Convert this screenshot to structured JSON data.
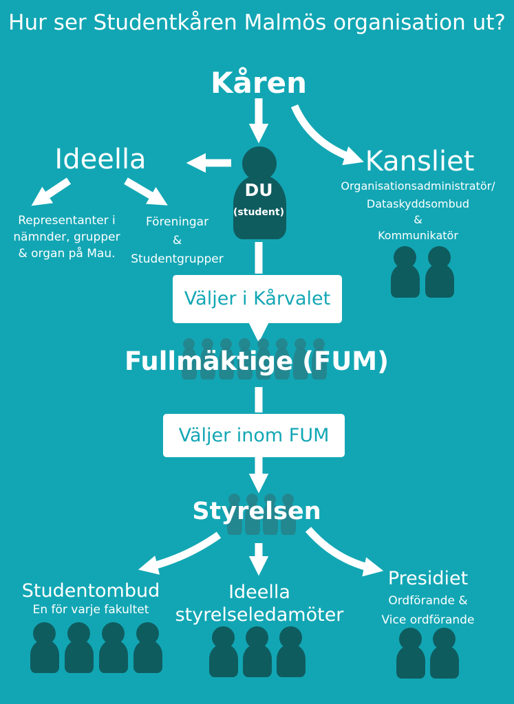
{
  "title": "Hur ser Studentkåren Malmös organisation ut?",
  "karen": "Kåren",
  "ideella": {
    "title": "Ideella",
    "left_lines": [
      "Representanter i",
      "nämnder, grupper",
      "& organ på Mau."
    ],
    "right_lines": [
      "Föreningar",
      "&",
      "Studentgrupper"
    ]
  },
  "du": {
    "title": "DU",
    "subtitle": "(student)"
  },
  "kansliet": {
    "title": "Kansliet",
    "lines": [
      "Organisationsadministratör/",
      "Dataskyddsombud",
      "&",
      "Kommunikatör"
    ]
  },
  "box1": "Väljer i Kårvalet",
  "fum": "Fullmäktige (FUM)",
  "box2": "Väljer inom FUM",
  "styrelsen": "Styrelsen",
  "studentombud": {
    "title": "Studentombud",
    "subtitle": "En för varje fakultet"
  },
  "ideella_styrelse": {
    "lines": [
      "Ideella",
      "styrelseledamöter"
    ]
  },
  "presidiet": {
    "title": "Presidiet",
    "lines": [
      "Ordförande &",
      "Vice ordförande"
    ]
  },
  "colors": {
    "background": "#12a6b4",
    "figure": "#0f5c5f",
    "box": "#ffffff",
    "box_text": "#12a6b4"
  }
}
